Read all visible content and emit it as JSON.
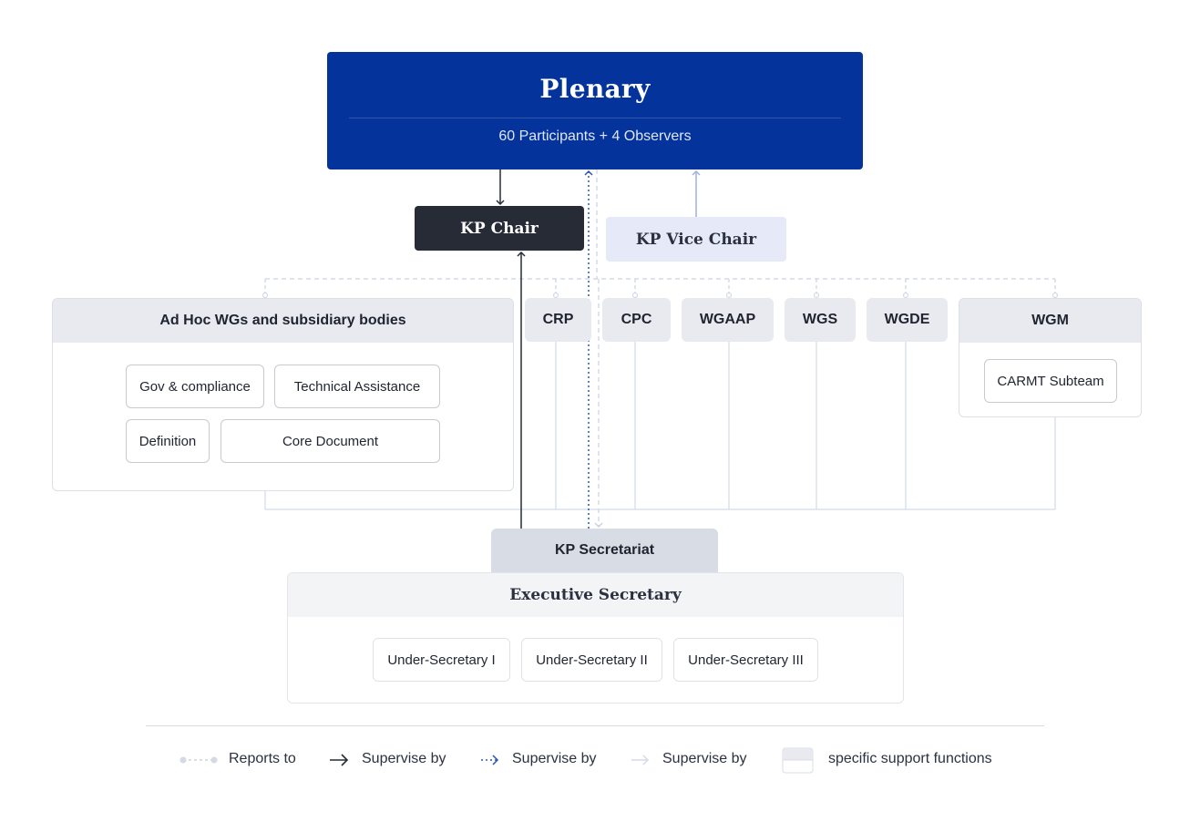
{
  "plenary": {
    "title": "Plenary",
    "subtitle": "60 Participants + 4 Observers"
  },
  "kp_chair": "KP Chair",
  "kp_vice_chair": "KP Vice Chair",
  "ad_hoc": {
    "title": "Ad Hoc WGs and subsidiary bodies",
    "items": [
      "Gov & compliance",
      "Technical Assistance",
      "Definition",
      "Core Document"
    ]
  },
  "working_groups": [
    "CRP",
    "CPC",
    "WGAAP",
    "WGS",
    "WGDE"
  ],
  "wgm": {
    "title": "WGM",
    "items": [
      "CARMT Subteam"
    ]
  },
  "secretariat": {
    "tab": "KP Secretariat",
    "head": "Executive Secretary",
    "items": [
      "Under-Secretary I",
      "Under-Secretary II",
      "Under-Secretary III"
    ]
  },
  "legend": [
    {
      "label": "Reports to"
    },
    {
      "label": "Supervise by"
    },
    {
      "label": "Supervise by"
    },
    {
      "label": "Supervise by"
    },
    {
      "label": "specific support functions"
    }
  ],
  "colors": {
    "plenary_bg": "#04339b",
    "chair_bg": "#262b36",
    "vice_chair_bg": "#e5e9f8",
    "panel_head_bg": "#e8eaf0",
    "connector_light": "#d4dae6",
    "connector_blue": "#2a56b8",
    "connector_vice": "#9fb1dd"
  }
}
